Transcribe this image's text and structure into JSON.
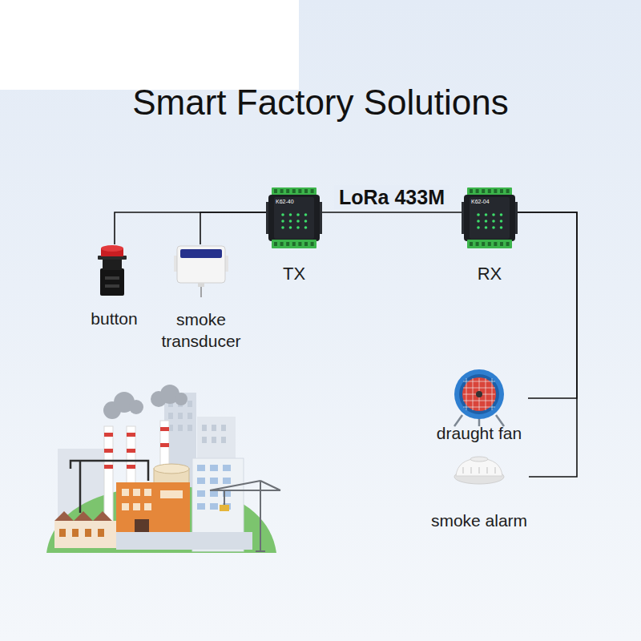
{
  "diagram": {
    "title": "Smart Factory Solutions",
    "nodes": [
      {
        "text": [
          "K62-40",
          "TX"
        ]
      },
      {
        "text": [
          "K62-04",
          "RX"
        ]
      },
      {
        "text": [
          "button"
        ]
      },
      {
        "text": [
          "smoke transducer"
        ]
      },
      {
        "text": [
          "draught fan"
        ]
      },
      {
        "text": [
          "smoke alarm"
        ]
      }
    ],
    "edges": [
      {
        "from": 0,
        "to": 2,
        "arrow": "none"
      },
      {
        "from": 0,
        "to": 3,
        "arrow": "none"
      },
      {
        "from": 0,
        "to": 1,
        "label": "LoRa 433M",
        "arrow": "none"
      },
      {
        "from": 1,
        "to": 4,
        "arrow": "none"
      },
      {
        "from": 1,
        "to": 5,
        "arrow": "none"
      }
    ]
  }
}
